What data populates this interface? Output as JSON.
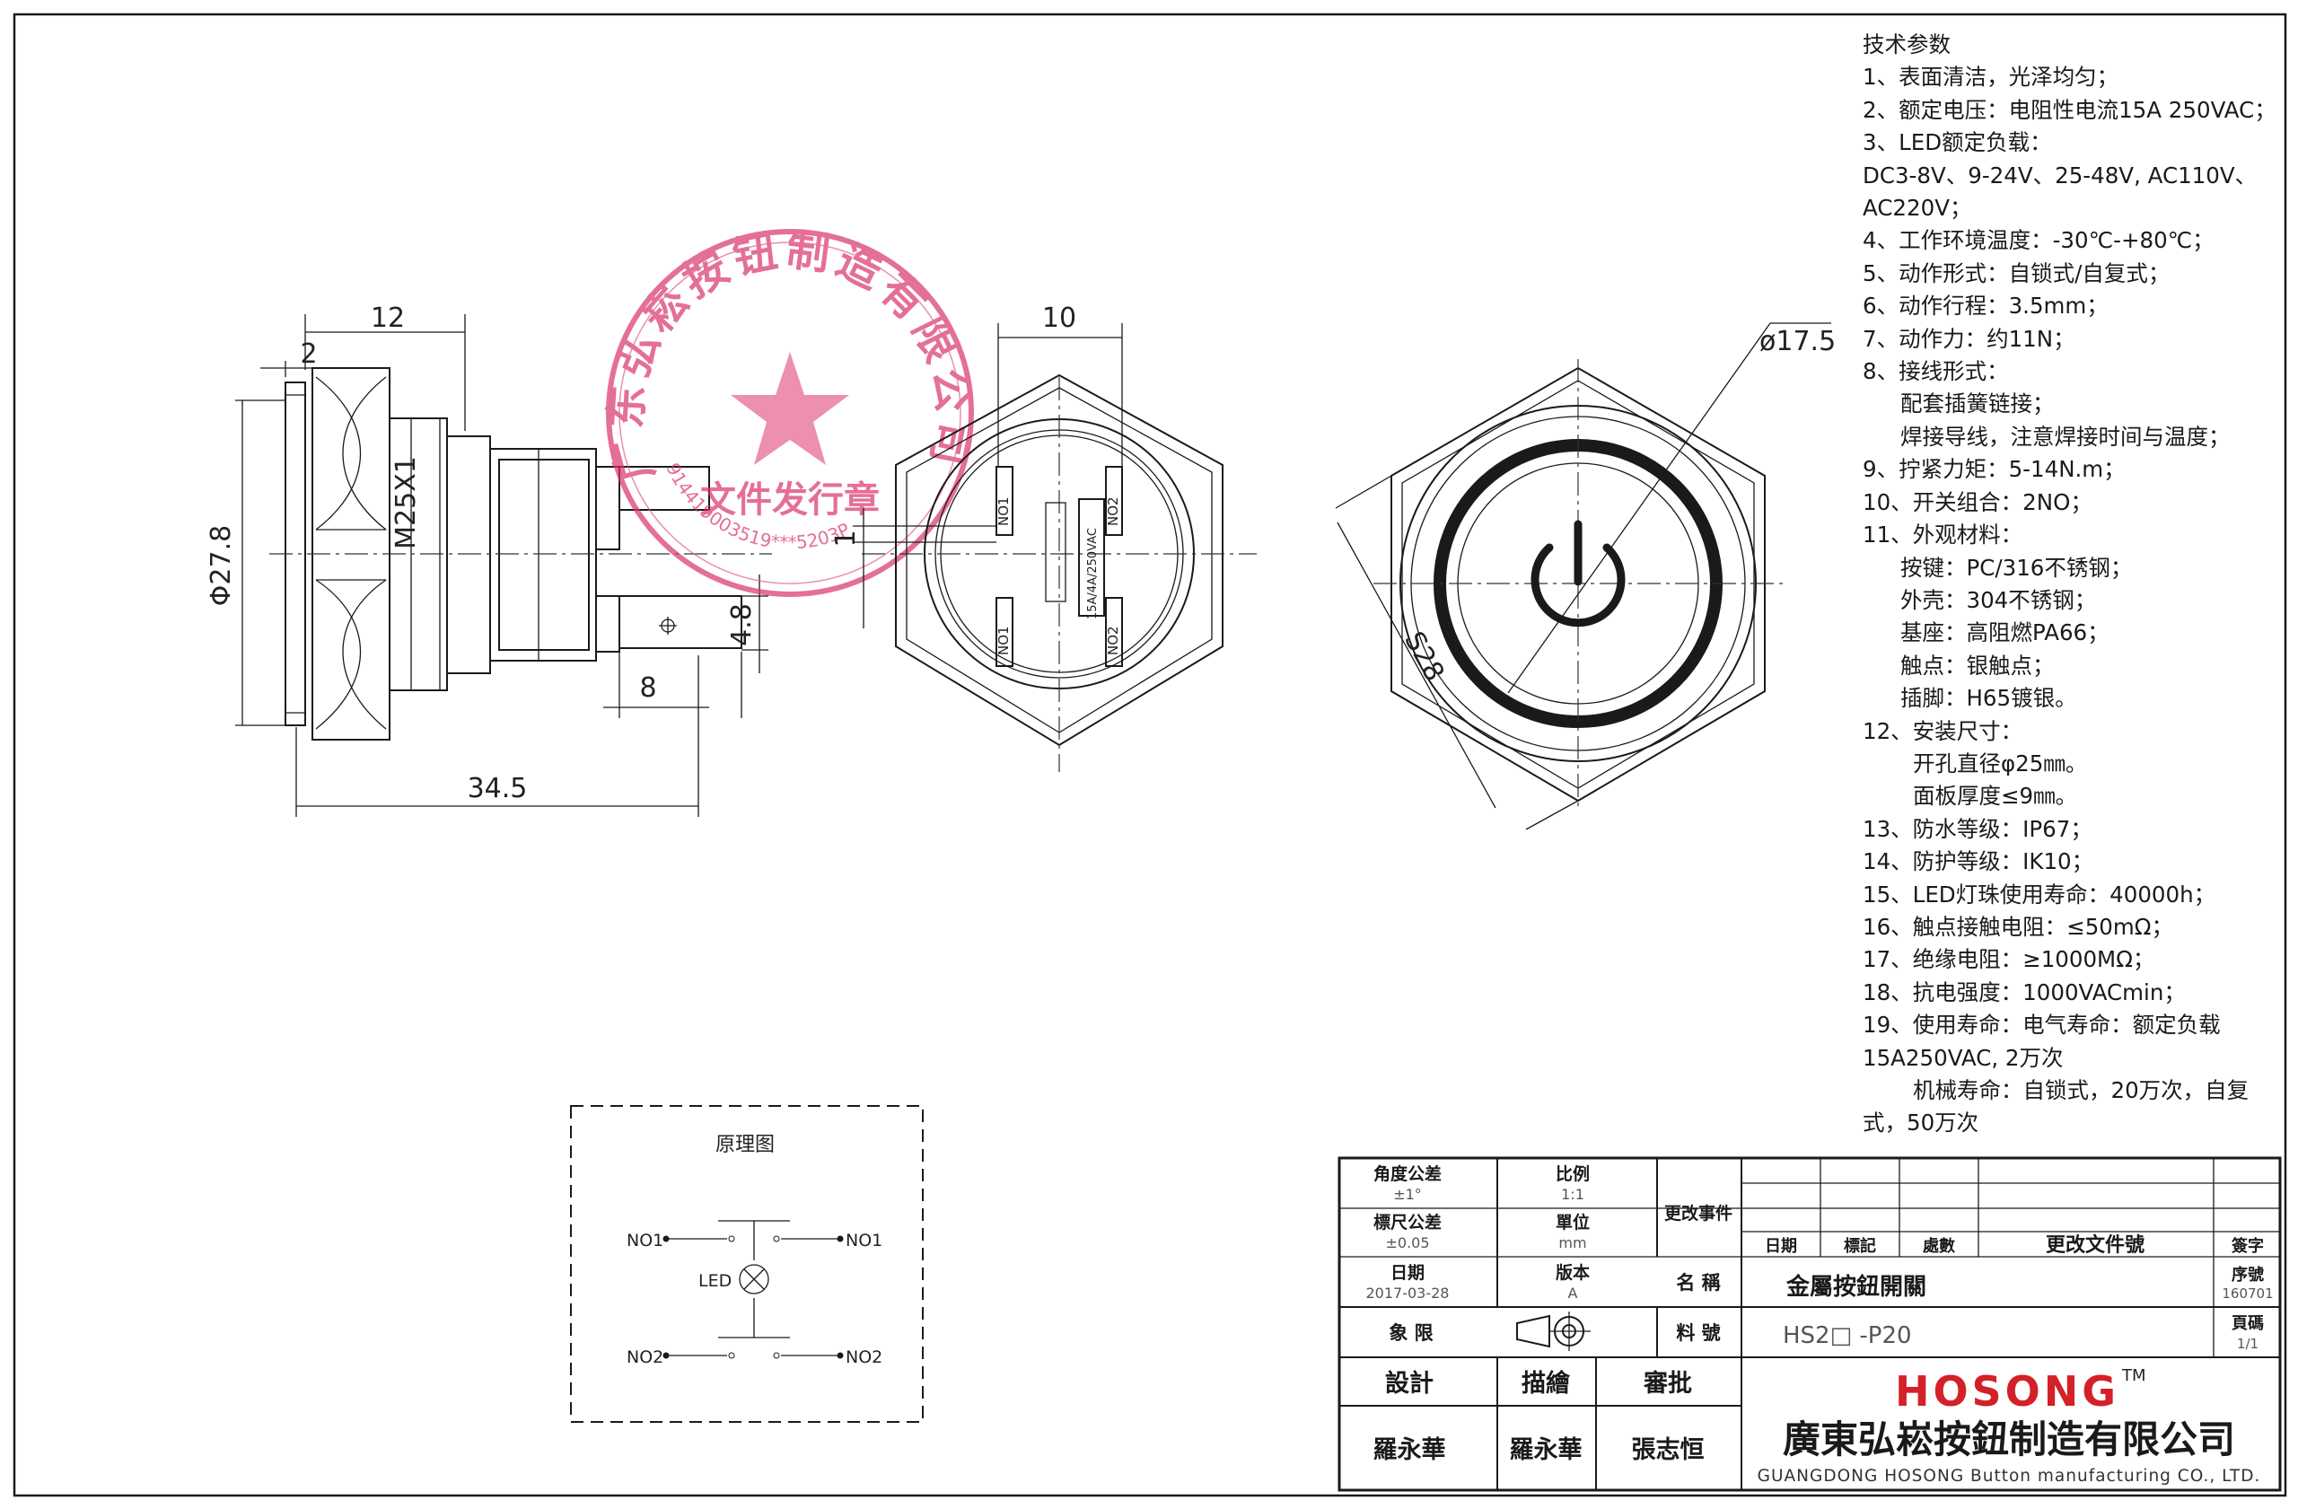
{
  "drawing": {
    "dims_side": {
      "d12": "12",
      "d2": "2",
      "thread": "M25X1",
      "dia278": "Φ27.8",
      "d48": "4.8",
      "d8": "8",
      "d345": "34.5"
    },
    "dims_back": {
      "d10": "10",
      "d1": "1"
    },
    "dims_front": {
      "dia175": "ø17.5",
      "s28": "S28"
    },
    "terminal_labels": {
      "no1": "NO1",
      "no2": "NO2",
      "rating": "15A/4A/250VAC"
    },
    "stamp": {
      "main": "广东弘崧按钮制造有限公司",
      "sub": "文件发行章",
      "code": "914419003519***5203P"
    }
  },
  "schematic": {
    "title": "原理图",
    "left_top": "NO1",
    "right_top": "NO1",
    "left_bottom": "NO2",
    "right_bottom": "NO2",
    "center": "LED"
  },
  "specs": {
    "title": "技术参数",
    "lines": [
      "1、表面清洁，光泽均匀；",
      "2、额定电压：电阻性电流15A 250VAC；",
      "3、LED额定负载：",
      "DC3-8V、9-24V、25-48V, AC110V、",
      "AC220V；",
      "4、工作环境温度：-30℃-+80℃；",
      "5、动作形式：自锁式/自复式；",
      "6、动作行程：3.5mm；",
      "7、动作力：约11N；",
      "8、接线形式：",
      "配套插簧链接；",
      "焊接导线，注意焊接时间与温度；",
      "9、拧紧力矩：5-14N.m；",
      "10、开关组合：2NO；",
      "11、外观材料：",
      "按键：PC/316不锈钢；",
      "外壳：304不锈钢；",
      "基座：高阻燃PA66；",
      "触点：银触点；",
      "插脚：H65镀银。",
      "12、安装尺寸：",
      "开孔直径φ25㎜。",
      "面板厚度≤9㎜。",
      "13、防水等级：IP67；",
      "14、防护等级：IK10；",
      "15、LED灯珠使用寿命：40000h；",
      "16、触点接触电阻：≤50mΩ；",
      "17、绝缘电阻：≥1000MΩ；",
      "18、抗电强度：1000VACmin；",
      "19、使用寿命：电气寿命：额定负载",
      "15A250VAC, 2万次",
      "机械寿命：自锁式，20万次，自复",
      "式，50万次"
    ]
  },
  "titleblock": {
    "angle_tol_label": "角度公差",
    "angle_tol_value": "±1°",
    "scale_label": "比例",
    "scale_value": "1:1",
    "change_label": "更改事件",
    "size_tol_label": "標尺公差",
    "size_tol_value": "±0.05",
    "unit_label": "單位",
    "unit_value": "mm",
    "date_label": "日期",
    "date_value": "2017-03-28",
    "version_label": "版本",
    "version_value": "A",
    "quadrant_label": "象 限",
    "name_label": "名 稱",
    "name_value": "金屬按鈕開關",
    "part_label": "料 號",
    "part_value": "HS2□ -P20",
    "rev_date": "日期",
    "rev_mark": "標記",
    "rev_count": "處數",
    "rev_doc": "更改文件號",
    "rev_sign": "簽字",
    "serial_label": "序號",
    "serial_value": "160701",
    "page_label": "頁碼",
    "page_value": "1/1",
    "design_label": "設計",
    "draw_label": "描繪",
    "review_label": "審批",
    "design_name": "羅永華",
    "draw_name": "羅永華",
    "review_name": "張志恒",
    "brand": "HOSONG",
    "tm": "TM",
    "company_cn": "廣東弘崧按鈕制造有限公司",
    "company_en": "GUANGDONG HOSONG Button manufacturing CO., LTD."
  }
}
